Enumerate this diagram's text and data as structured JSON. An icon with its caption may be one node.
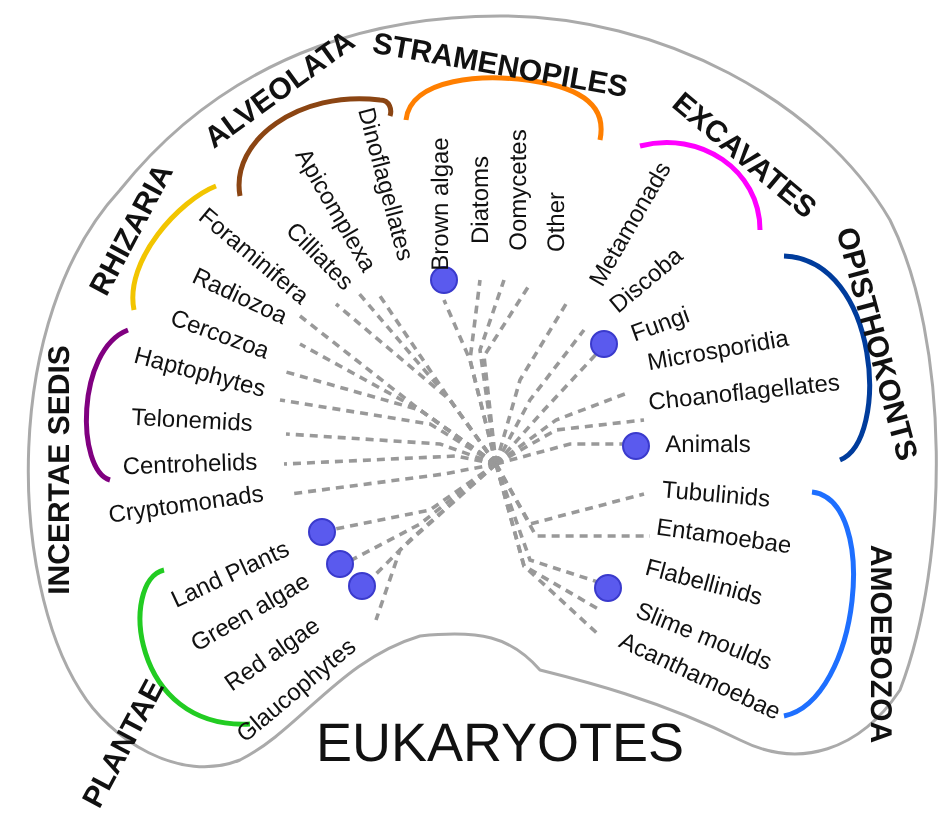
{
  "diagram": {
    "title": "EUKARYOTES",
    "labels": [
      "INCERTAE SEDIS",
      "RHIZARIA",
      "ALVEOLATA",
      "STRAMENOPILES",
      "EXCAVATES",
      "OPISTHOKONTS",
      "AMOEBOZOA",
      "PLANTAE",
      "Foraminifera",
      "Cilliates",
      "Apicomplexa",
      "Dinoflagellates",
      "Brown algae",
      "Diatoms",
      "Oomycetes",
      "Other",
      "Metamonads",
      "Discoba",
      "Fungi",
      "Microsporidia",
      "Radiozoa",
      "Cercozoa",
      "Haptophytes",
      "Choanoflagellates",
      "Telonemids",
      "Animals",
      "Centrohelids",
      "Cryptomonads",
      "Tubulinids",
      "Entamoebae",
      "Land Plants",
      "Green algae",
      "Red algae",
      "Glaucophytes",
      "Flabellinids",
      "Slime moulds",
      "Acanthamoebae"
    ]
  }
}
